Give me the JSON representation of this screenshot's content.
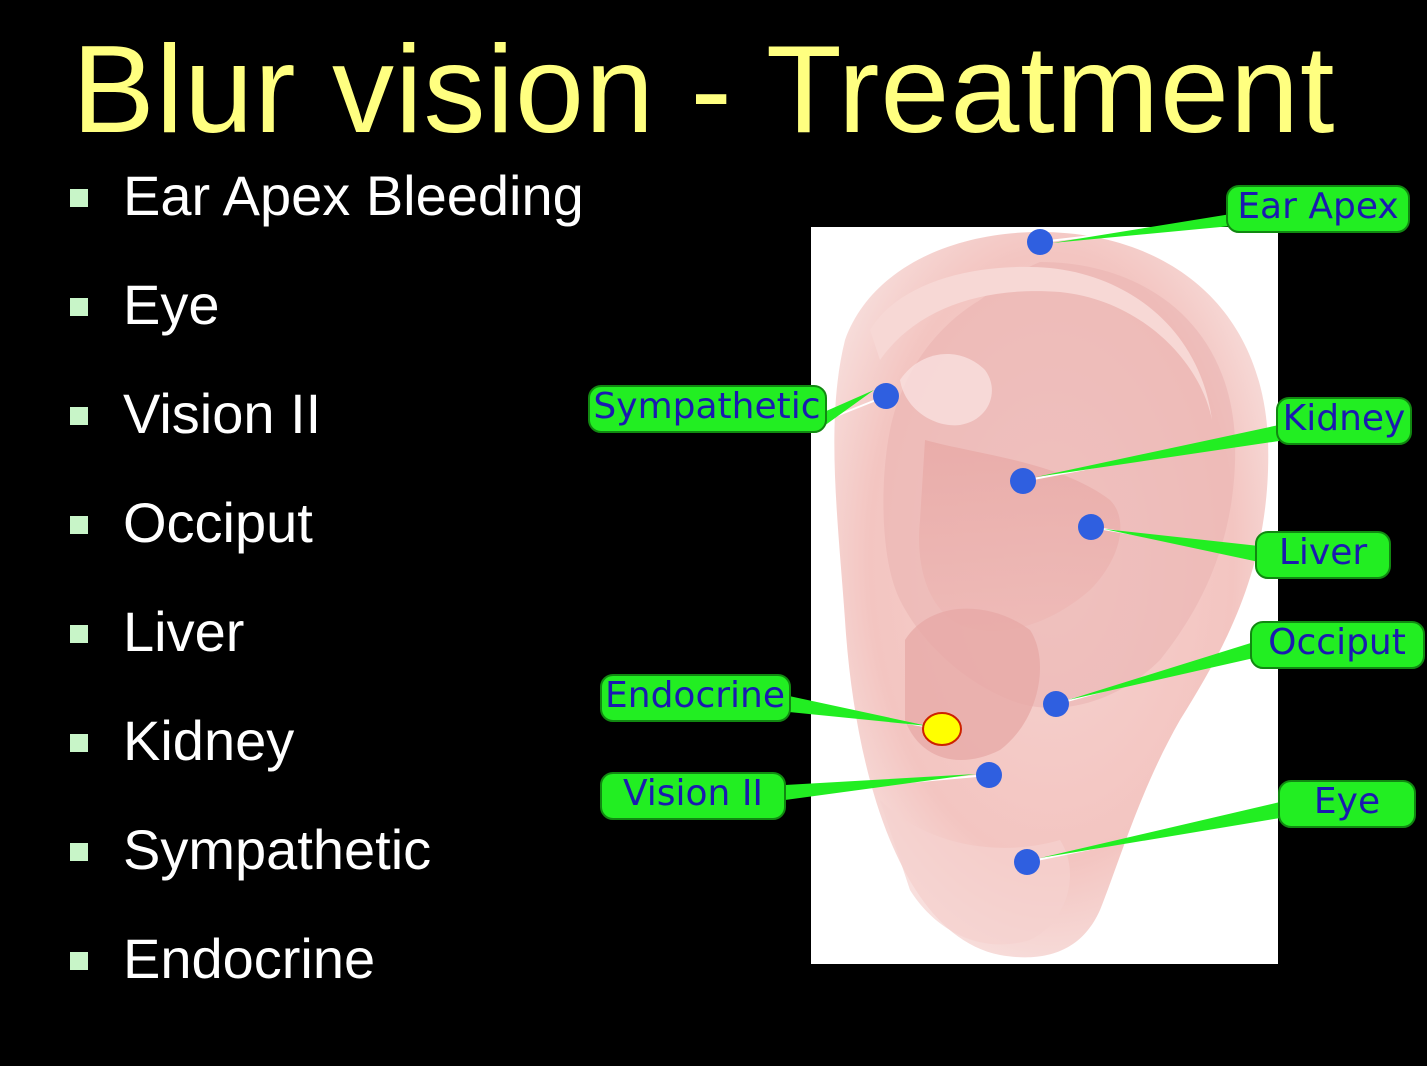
{
  "slide": {
    "title": "Blur vision - Treatment",
    "bullets": [
      "Ear Apex Bleeding",
      "Eye",
      "Vision II",
      "Occiput",
      "Liver",
      "Kidney",
      "Sympathetic",
      "Endocrine"
    ]
  },
  "diagram": {
    "labels": {
      "ear_apex": "Ear Apex",
      "sympathetic": "Sympathetic",
      "kidney": "Kidney",
      "liver": "Liver",
      "occiput": "Occiput",
      "endocrine": "Endocrine",
      "vision_ii": "Vision II",
      "eye": "Eye"
    },
    "colors": {
      "title": "#ffff80",
      "label_fill": "#22ee22",
      "label_text": "#1a1ab0",
      "point": "#2f5fe0",
      "endocrine_point": "#ffff00",
      "ear_skin": "#f4c9c6"
    }
  }
}
